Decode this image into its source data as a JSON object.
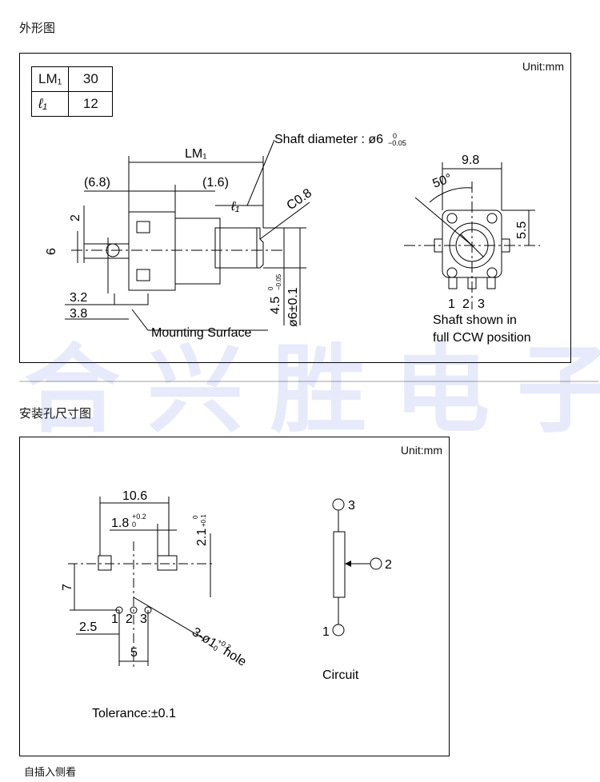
{
  "sections": {
    "outline_title": "外形图",
    "mount_title": "安装孔尺寸图",
    "footer": "自插入侧看"
  },
  "unit_label": "Unit:mm",
  "watermark": "合兴胜电子",
  "lm_table": {
    "row1_label": "LM₁",
    "row1_value": "30",
    "row2_label": "ℓ₁",
    "row2_value": "12"
  },
  "outline": {
    "shaft_diameter": "Shaft diameter : ø6",
    "shaft_tol_upper": "0",
    "shaft_tol_lower": "−0.05",
    "lm1": "LM₁",
    "dim_6_8": "(6.8)",
    "dim_1_6": "(1.6)",
    "l1": "ℓ₁",
    "chamfer": "C0.8",
    "dim_2": "2",
    "dim_6": "6",
    "dim_3_2": "3.2",
    "dim_3_8": "3.8",
    "dim_4_5": "4.5",
    "dim_4_5_tol_upper": "0",
    "dim_4_5_tol_lower": "−0.05",
    "dim_phi6": "ø6±0.1",
    "mounting_surface": "Mounting Surface",
    "dim_9_8": "9.8",
    "dim_50": "50°",
    "dim_5_5": "5.5",
    "pins": [
      "1",
      "2",
      "3"
    ],
    "shaft_note_1": "Shaft shown in",
    "shaft_note_2": "full CCW position"
  },
  "mount": {
    "dim_10_6": "10.6",
    "dim_1_8": "1.8",
    "dim_1_8_tol_upper": "+0.2",
    "dim_1_8_tol_lower": "0",
    "dim_2_1": "2.1",
    "dim_2_1_tol_upper": "+0.1",
    "dim_2_1_tol_lower": "0",
    "dim_7": "7",
    "dim_2_5": "2.5",
    "dim_5": "5",
    "pins": [
      "1",
      "2",
      "3"
    ],
    "hole_label": "3-ø1",
    "hole_tol_upper": "+0.2",
    "hole_tol_lower": "0",
    "hole_suffix": " hole",
    "tolerance": "Tolerance:±0.1",
    "circuit_label": "Circuit",
    "circuit_pins": [
      "3",
      "2",
      "1"
    ]
  }
}
